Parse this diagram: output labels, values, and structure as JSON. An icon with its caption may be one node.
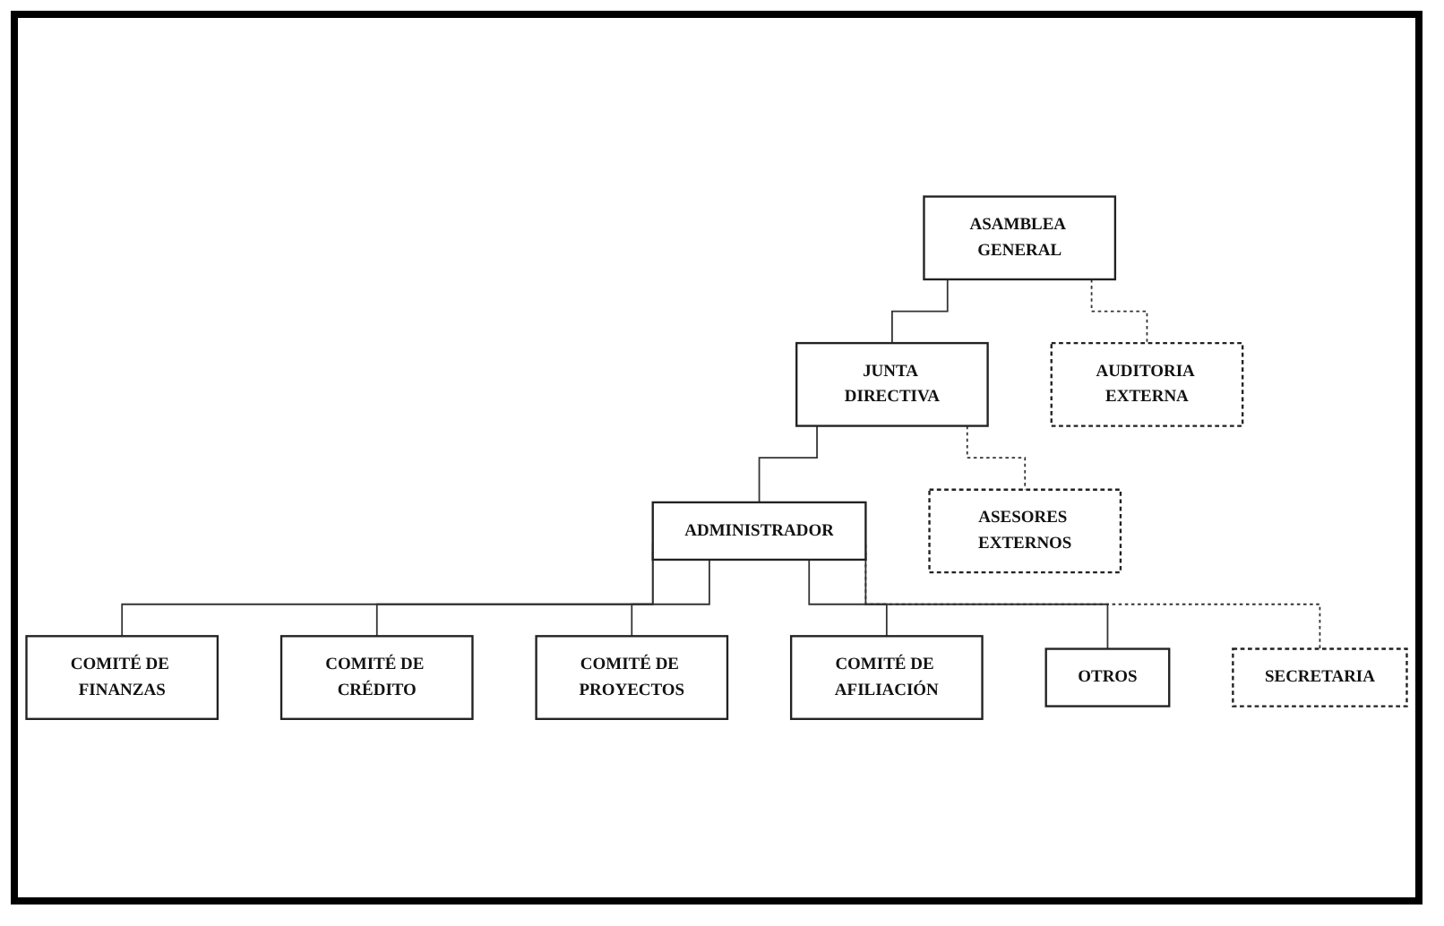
{
  "diagram": {
    "nodes": [
      {
        "text": [
          "ASAMBLEA GENERAL"
        ]
      },
      {
        "text": [
          "AUDITORIA EXTERNA"
        ]
      },
      {
        "text": [
          "JUNTA DIRECTIVA"
        ]
      },
      {
        "text": [
          "ASESORES EXTERNOS"
        ]
      },
      {
        "text": [
          "ADMINISTRADOR"
        ]
      },
      {
        "text": [
          "SECRETARIA"
        ]
      },
      {
        "text": [
          "COMITÉ DE FINANZAS"
        ]
      },
      {
        "text": [
          "COMITÉ DE CRÉDITO"
        ]
      },
      {
        "text": [
          "COMITÉ DE PROYECTOS"
        ]
      },
      {
        "text": [
          "COMITÉ DE AFILIACIÓN"
        ]
      },
      {
        "text": [
          "OTROS"
        ]
      }
    ],
    "edges": [
      {
        "from": 0,
        "to": 2,
        "arrow": "none"
      },
      {
        "from": 2,
        "to": 4,
        "arrow": "none"
      },
      {
        "from": 4,
        "to": 6,
        "arrow": "none"
      },
      {
        "from": 4,
        "to": 7,
        "arrow": "none"
      },
      {
        "from": 4,
        "to": 8,
        "arrow": "none"
      },
      {
        "from": 4,
        "to": 9,
        "arrow": "none"
      },
      {
        "from": 4,
        "to": 10,
        "arrow": "none"
      },
      {
        "from": 0,
        "to": 1,
        "arrow": "none",
        "style": "dashed"
      },
      {
        "from": 2,
        "to": 3,
        "arrow": "none",
        "style": "dashed"
      },
      {
        "from": 4,
        "to": 5,
        "arrow": "none",
        "style": "dashed"
      }
    ]
  }
}
